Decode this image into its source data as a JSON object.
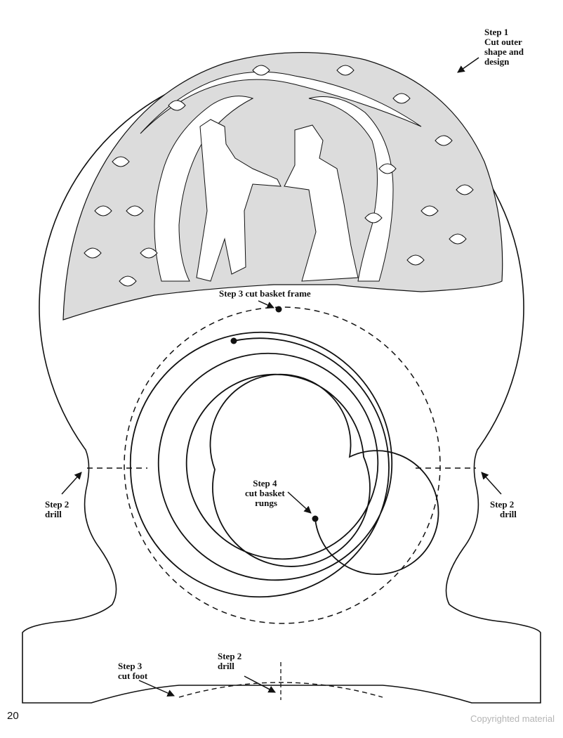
{
  "labels": {
    "step1": [
      "Step 1",
      "Cut outer",
      "shape and",
      "design"
    ],
    "step2_left": [
      "Step 2",
      "drill"
    ],
    "step2_right": [
      "Step 2",
      "drill"
    ],
    "step3_frame": "Step 3 cut basket frame",
    "step4": [
      "Step 4",
      "cut basket",
      "rungs"
    ],
    "step3_foot": [
      "Step 3",
      "cut foot"
    ],
    "step2_bottom": [
      "Step 2",
      "drill"
    ]
  },
  "footer": {
    "page_number": "20",
    "copyright": "Copyrighted material"
  },
  "colors": {
    "line": "#111111",
    "cutout_fill": "#dcdcdc",
    "copyright_text": "#b5b5b5"
  },
  "icons": [
    "arrow-icon",
    "drill-dot-icon",
    "leaf-icon"
  ]
}
